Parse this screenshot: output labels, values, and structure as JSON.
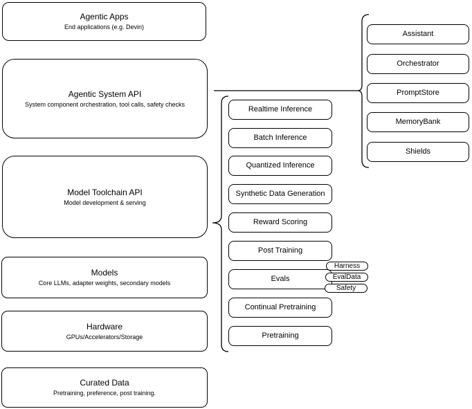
{
  "colors": {
    "stroke": "#000000",
    "fill": "#ffffff",
    "background": "#ffffff"
  },
  "left_stack": [
    {
      "title": "Agentic Apps",
      "subtitle": "End applications (e.g. Devin)"
    },
    {
      "title": "Agentic System API",
      "subtitle": "System component orchestration, tool calls, safety checks"
    },
    {
      "title": "Model Toolchain API",
      "subtitle": "Model development & serving"
    },
    {
      "title": "Models",
      "subtitle": "Core LLMs, adapter weights, secondary models"
    },
    {
      "title": "Hardware",
      "subtitle": "GPUs/Accelerators/Storage"
    },
    {
      "title": "Curated Data",
      "subtitle": "Pretraining, preference, post training."
    }
  ],
  "toolchain_components": [
    "Realtime Inference",
    "Batch Inference",
    "Quantized Inference",
    "Synthetic Data Generation",
    "Reward Scoring",
    "Post Training",
    "Evals",
    "Continual Pretraining",
    "Pretraining"
  ],
  "eval_tags": [
    "Harness",
    "EvalData",
    "Safety"
  ],
  "agentic_components": [
    "Assistant",
    "Orchestrator",
    "PromptStore",
    "MemoryBank",
    "Shields"
  ]
}
